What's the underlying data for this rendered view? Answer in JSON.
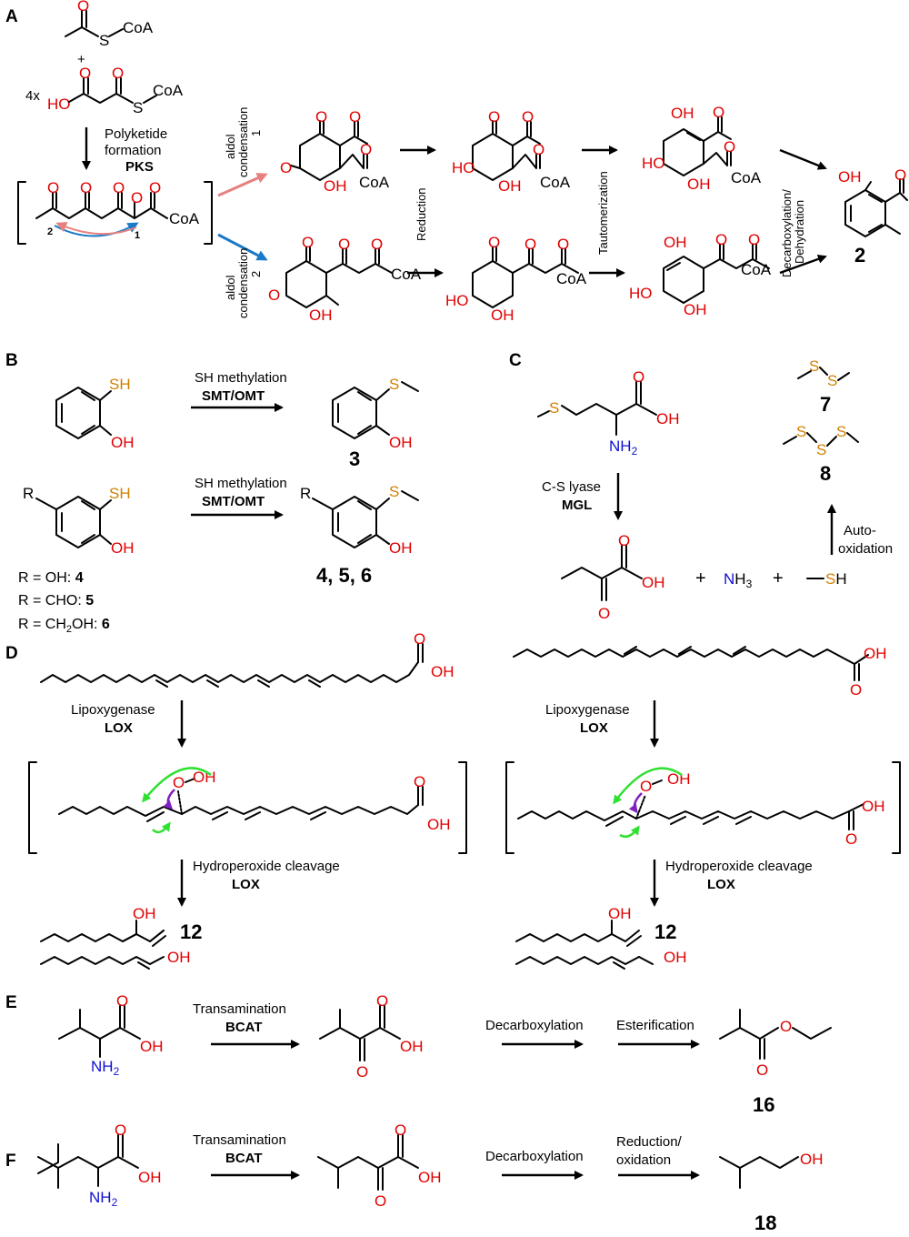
{
  "panels": {
    "a": "A",
    "b": "B",
    "c": "C",
    "d": "D",
    "e": "E",
    "f": "F"
  },
  "atoms": {
    "S": "S",
    "O": "O",
    "OH": "OH",
    "HO": "HO",
    "SH": "SH",
    "CoA": "CoA",
    "NH2": "NH",
    "H2sub": "2",
    "N": "N",
    "H3": "H",
    "three": "3",
    "H": "H",
    "R": "R"
  },
  "panel_a": {
    "plus": "+",
    "times4": "4x",
    "step1": "Polyketide",
    "step1b": "formation",
    "step1_enzyme": "PKS",
    "aldol1a": "aldol",
    "aldol1b": "condensation",
    "aldol1c": "1",
    "aldol2a": "aldol",
    "aldol2b": "condensation",
    "aldol2c": "2",
    "mark1": "1",
    "mark2": "2",
    "reduction": "Reduction",
    "tautomerization": "Tautomerization",
    "decarb1": "Decarboxylation/",
    "decarb2": "Dehydration",
    "product": "2"
  },
  "panel_b": {
    "rxn": "SH methylation",
    "enzyme": "SMT/OMT",
    "p3": "3",
    "products": "4, 5, 6",
    "r1": "R = OH: ",
    "r1n": "4",
    "r2": "R = CHO: ",
    "r2n": "5",
    "r3a": "R = CH",
    "r3sub": "2",
    "r3b": "OH: ",
    "r3n": "6"
  },
  "panel_c": {
    "lyase": "C-S lyase",
    "enzyme": "MGL",
    "auto1": "Auto-",
    "auto2": "oxidation",
    "plus": "+",
    "p7": "7",
    "p8": "8"
  },
  "panel_d": {
    "lox_rxn": "Lipoxygenase",
    "lox": "LOX",
    "cleave": "Hydroperoxide cleavage",
    "lox2": "LOX",
    "p12": "12"
  },
  "panel_e": {
    "rxn": "Transamination",
    "enzyme": "BCAT",
    "decarb": "Decarboxylation",
    "ester": "Esterification",
    "p16": "16"
  },
  "panel_f": {
    "rxn": "Transamination",
    "enzyme": "BCAT",
    "decarb": "Decarboxylation",
    "redox1": "Reduction/",
    "redox2": "oxidation",
    "p18": "18"
  },
  "colors": {
    "oxygen": "#e00000",
    "sulfur": "#d08000",
    "nitrogen": "#1010d0",
    "green": "#30e030",
    "purple": "#8020c0",
    "arrow_red": "#e88080",
    "arrow_blue": "#1a7ac8"
  }
}
